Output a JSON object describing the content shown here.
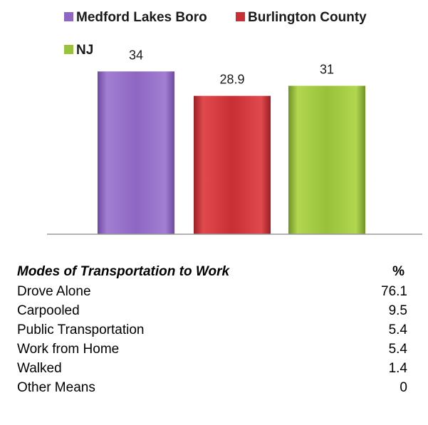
{
  "chart_data": {
    "type": "bar",
    "categories": [
      "Medford Lakes Boro",
      "Burlington County",
      "NJ"
    ],
    "values": [
      34,
      28.9,
      31
    ],
    "value_labels": [
      "34",
      "28.9",
      "31"
    ],
    "ylim": [
      0,
      40
    ],
    "grid": false,
    "legend_placement": "top",
    "colors": [
      "#8f66c2",
      "#c93035",
      "#9ac23c"
    ]
  },
  "table": {
    "header": {
      "mode": "Modes of Transportation to Work",
      "pct": "%"
    },
    "rows": [
      {
        "mode": "Drove Alone",
        "pct": "76.1"
      },
      {
        "mode": "Carpooled",
        "pct": "9.5"
      },
      {
        "mode": "Public Transportation",
        "pct": "5.4"
      },
      {
        "mode": "Work from Home",
        "pct": "5.4"
      },
      {
        "mode": "Walked",
        "pct": "1.4"
      },
      {
        "mode": "Other Means",
        "pct": "0"
      }
    ]
  }
}
